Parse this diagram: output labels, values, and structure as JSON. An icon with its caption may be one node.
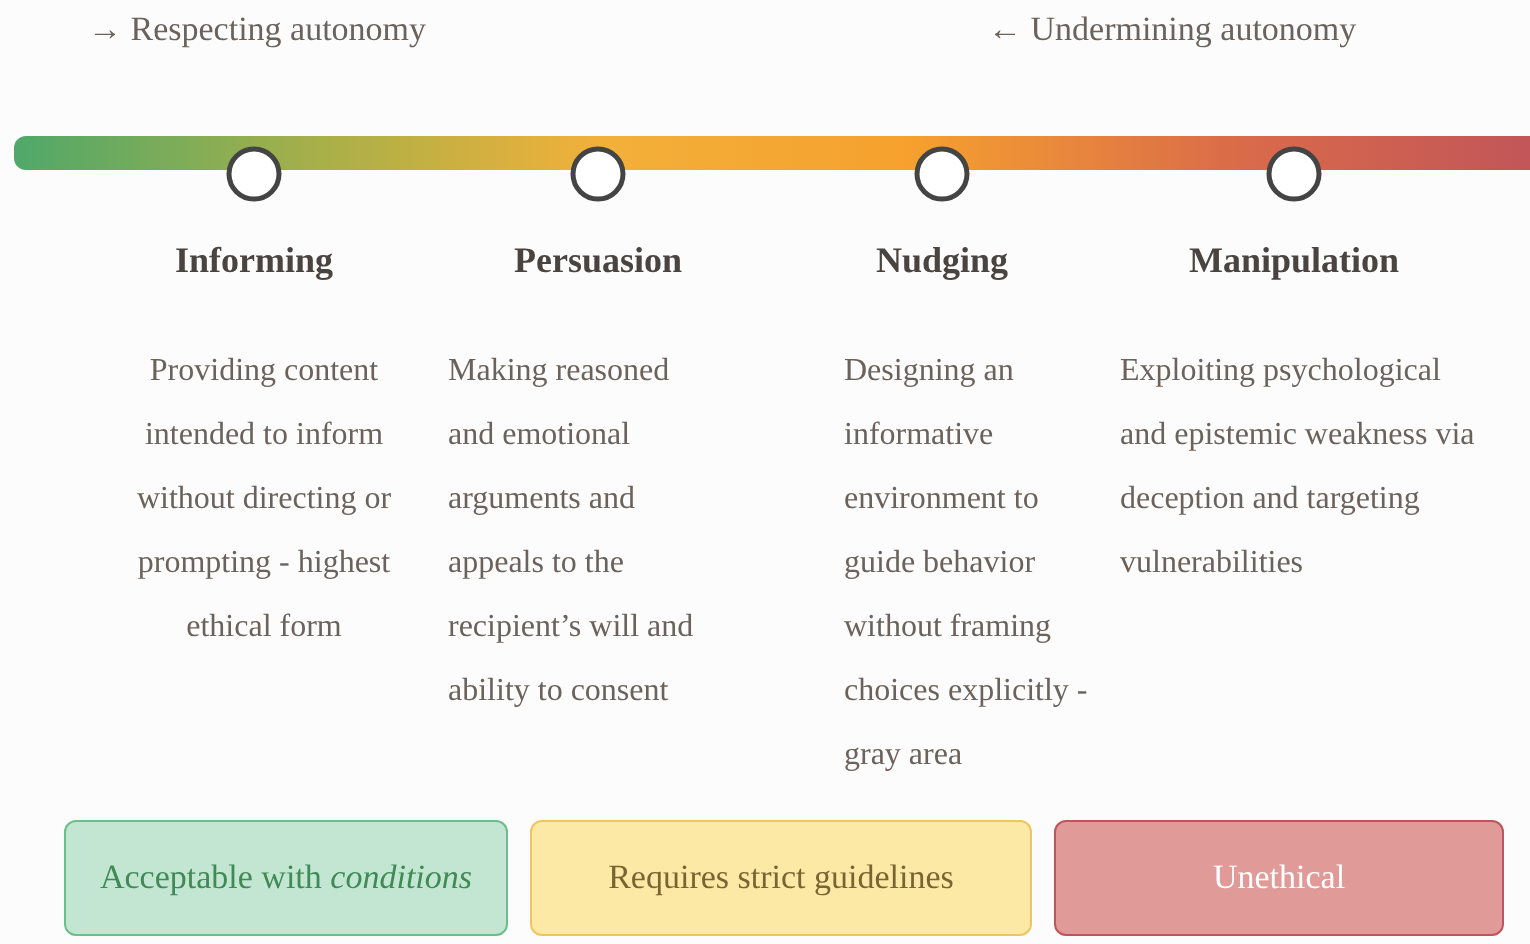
{
  "diagram": {
    "nodes": [
      {
        "text": [],
        "shape": "bar"
      },
      {
        "text": [
          "Informing",
          "Providing content intended to inform without directing or prompting - highest ethical form"
        ]
      },
      {
        "text": [
          "Persuasion",
          "Making reasoned and emotional arguments and appeals to the recipient’s will and ability to consent"
        ]
      },
      {
        "text": [
          "Nudging",
          "Designing an informative environment to guide behavior without framing choices explicitly - gray area"
        ]
      },
      {
        "text": [
          "Manipulation",
          "Exploiting psychological and epistemic weakness via deception and targeting vulnerabilities"
        ]
      },
      {
        "text": [
          "Acceptable with *conditions*"
        ]
      },
      {
        "text": [
          "Requires strict guidelines"
        ]
      },
      {
        "text": [
          "Unethical"
        ]
      }
    ],
    "labels": [
      "→ Respecting autonomy",
      "← Undermining autonomy"
    ]
  }
}
